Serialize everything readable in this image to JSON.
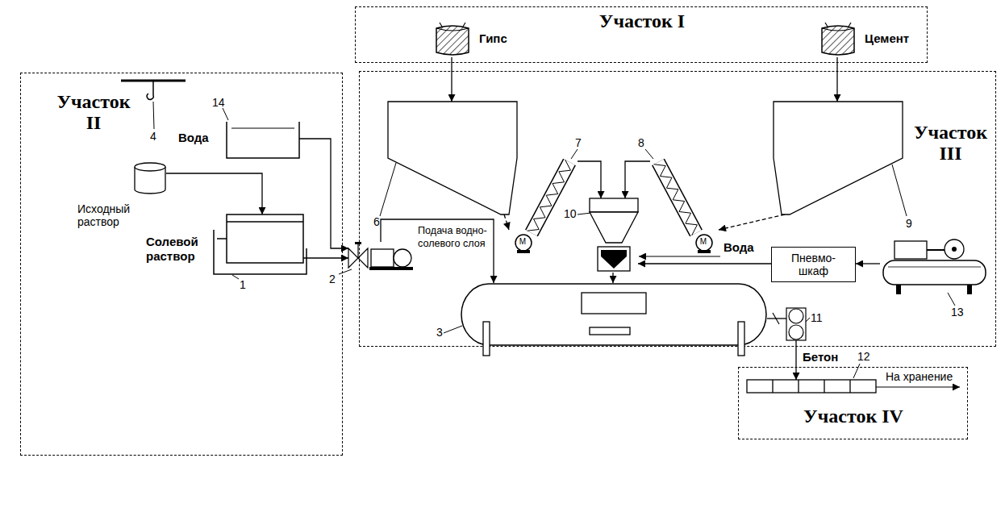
{
  "diagram": {
    "nodes": [
      {
        "text": [
          "Участок I"
        ]
      },
      {
        "text": [
          "Гипс"
        ],
        "in": 0
      },
      {
        "text": [
          "Цемент"
        ],
        "in": 0
      },
      {
        "text": [
          "Участок II"
        ]
      },
      {
        "text": [
          "14",
          "Вода"
        ],
        "in": 3
      },
      {
        "text": [
          "Исходный раствор"
        ],
        "in": 3
      },
      {
        "text": [
          "Солевой раствор",
          "1"
        ],
        "in": 3
      },
      {
        "text": [
          "2"
        ]
      },
      {
        "text": [
          "Участок III"
        ]
      },
      {
        "text": [
          "6"
        ],
        "in": 8
      },
      {
        "text": [
          "7"
        ],
        "in": 8
      },
      {
        "text": [
          "10"
        ],
        "in": 8
      },
      {
        "text": [
          "8"
        ],
        "in": 8
      },
      {
        "text": [
          "9"
        ],
        "in": 8
      },
      {
        "text": [
          "3"
        ],
        "in": 8
      },
      {
        "text": [
          "Пневмо- шкаф"
        ],
        "in": 8
      },
      {
        "text": [
          "13"
        ],
        "in": 8
      },
      {
        "text": [
          "11"
        ]
      },
      {
        "text": [
          "Участок IV"
        ]
      },
      {
        "text": [
          "12"
        ],
        "in": 18
      }
    ],
    "edges": [
      {
        "from": 1,
        "to": 9,
        "arrow": "to"
      },
      {
        "from": 2,
        "to": 13,
        "arrow": "to"
      },
      {
        "from": 9,
        "to": 10,
        "arrow": "to"
      },
      {
        "from": 13,
        "to": 12,
        "arrow": "to"
      },
      {
        "from": 10,
        "to": 11,
        "arrow": "to"
      },
      {
        "from": 12,
        "to": 11,
        "arrow": "to"
      },
      {
        "from": 11,
        "to": 14,
        "arrow": "to"
      },
      {
        "from": 5,
        "to": 6,
        "arrow": "to"
      },
      {
        "from": 4,
        "to": 7,
        "arrow": "to"
      },
      {
        "from": 6,
        "to": 7,
        "arrow": "to"
      },
      {
        "from": 7,
        "to": 14,
        "label": "Подача водно- солевого слоя",
        "arrow": "to"
      },
      {
        "from": 16,
        "to": 15,
        "arrow": "to"
      },
      {
        "from": 15,
        "to": 11,
        "arrow": "to"
      },
      {
        "from": 14,
        "to": 17,
        "arrow": "none"
      },
      {
        "from": 17,
        "to": 19,
        "label": "Бетон",
        "arrow": "to"
      }
    ],
    "labels": [
      "4",
      "M",
      "M",
      "Вода",
      "На хранение"
    ]
  }
}
